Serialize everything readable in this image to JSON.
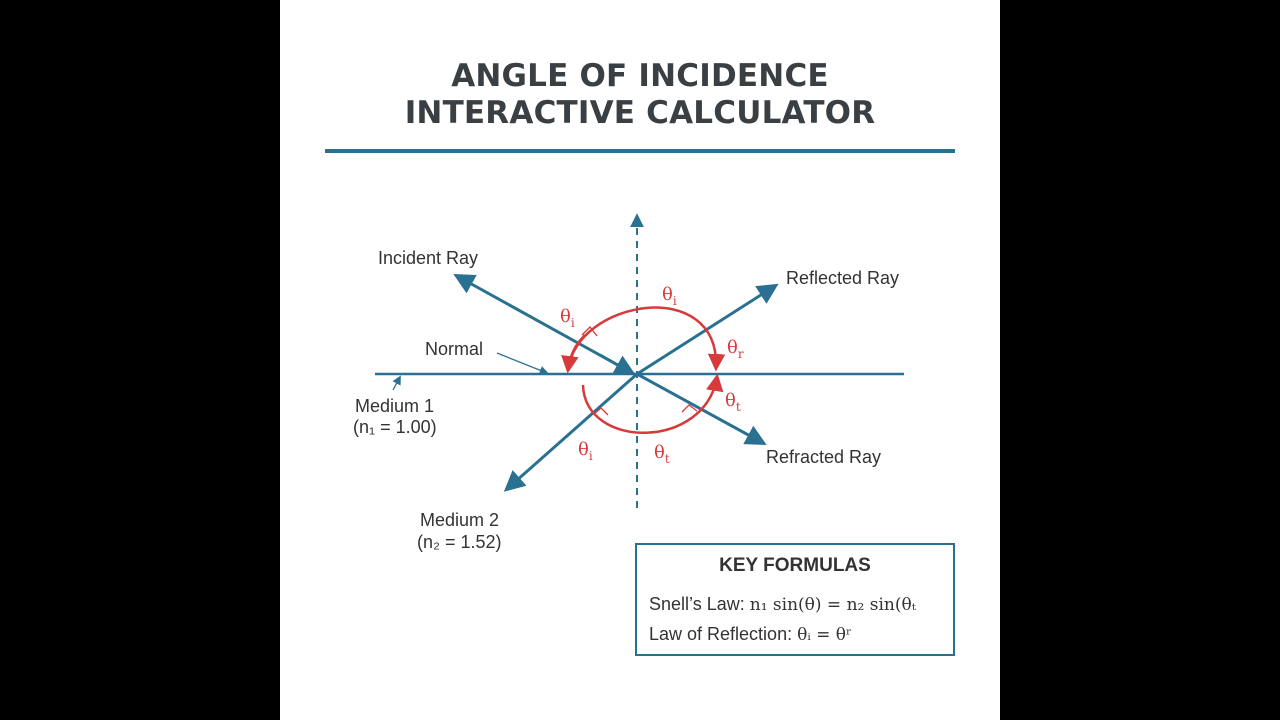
{
  "title": {
    "line1": "ANGLE OF INCIDENCE",
    "line2": "INTERACTIVE CALCULATOR"
  },
  "diagram": {
    "labels": {
      "incident_ray": "Incident Ray",
      "reflected_ray": "Reflected Ray",
      "refracted_ray": "Refracted Ray",
      "normal": "Normal",
      "medium1_name": "Medium 1",
      "medium1_index": "(n₁ = 1.00)",
      "medium2_name": "Medium 2",
      "medium2_index": "(n₂ = 1.52)"
    },
    "angle_labels": {
      "theta_symbol": "θ",
      "incident_sub": "i",
      "reflected_sub": "r",
      "transmitted_sub": "t"
    },
    "colors": {
      "ray": "#2a7191",
      "angle_arc": "#d63a3a",
      "text": "#333333"
    }
  },
  "key_formulas": {
    "heading": "KEY FORMULAS",
    "snell_label": "Snell’s Law:",
    "snell_expr": "n₁ sin(θ) = n₂ sin(θₜ",
    "reflection_label": "Law of Reflection:",
    "reflection_expr": "θᵢ = θʳ"
  }
}
